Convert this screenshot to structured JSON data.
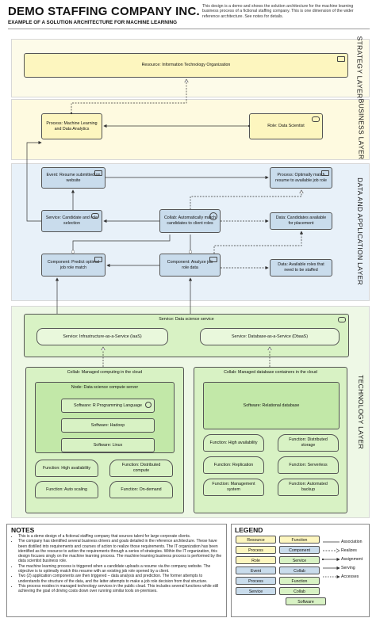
{
  "header": {
    "title": "DEMO STAFFING COMPANY INC.",
    "subtitle": "EXAMPLE OF A SOLUTION ARCHITECTURE FOR MACHINE LEARNING",
    "intro": "This design is a demo and shows the solution architecture for the machine learning business process of a fictional staffing company. This is one dimension of the wider reference architecture. See notes for details."
  },
  "layers": {
    "strategy": "STRATEGY LAYER",
    "business": "BUSINESS LAYER",
    "data_app": "DATA AND APPLICATION LAYER",
    "technology": "TECHNOLOGY LAYER"
  },
  "strategy": {
    "resource": "Resource: Information Technology Organization"
  },
  "business": {
    "process": "Process: Machine Learning and Data Analytics",
    "role": "Role: Data Scientist"
  },
  "data_app": {
    "event": "Event: Resume submitted on website",
    "process_match": "Process: Optimally match resume to available job role",
    "service_candidate": "Service: Candidate and role selection",
    "collab_match": "Collab: Automatically match candidates to client roles",
    "data_candidates": "Data: Candidates available for placement",
    "component_predict": "Component: Predict optimal job role match",
    "component_analyze": "Component: Analyze job role data",
    "data_roles": "Data: Available roles that need to be staffed"
  },
  "technology": {
    "service_ds": "Service: Data science service",
    "iaas": "Service: Infrastructure-as-a-Service (IaaS)",
    "dbaas": "Service: Database-as-a-Service (DbaaS)",
    "collab_compute": "Collab: Managed computing in the cloud",
    "collab_db": "Collab: Managed database containers in the cloud",
    "node": "Node: Data science compute server",
    "sw_r": "Software: R Programming Language",
    "sw_hadoop": "Software: Hadoop",
    "sw_linux": "Software: Linux",
    "sw_db": "Software: Relational database",
    "fn_ha1": "Function: High availability",
    "fn_dist_compute": "Function: Distributed compute",
    "fn_autoscale": "Function: Auto scaling",
    "fn_ondemand": "Function: On-demand",
    "fn_ha2": "Function: High availability",
    "fn_dist_storage": "Function: Distributed storage",
    "fn_replication": "Function: Replication",
    "fn_serverless": "Function: Serverless",
    "fn_mgmt": "Function: Management system",
    "fn_backup": "Function: Automated backup"
  },
  "notes": {
    "title": "NOTES",
    "items": [
      "This is a demo design of a fictional staffing company that sources talent for large corporate clients.",
      "The company has identified several business drivers and goals detailed in the reference architecture. These have been distilled into requirements and courses of action to realize those requirements. The IT organization has been identified as the resource to action the requirements through a series of strategies. Within the IT organization, this design focuses singly on the machine learning process. The machine learning business process is performed by the data scientist business role.",
      "The machine learning process is triggered when a candidate uploads a resume via the company website. The objective is to optimally match this resume with an existing job role opened by a client.",
      "Two (2) application components are then triggered – data analysis and prediction. The former attempts to understands the structure of the data, and the latter attempts to make a job role decision from that structure.",
      "This process resides in managed technology services in the public cloud. This includes several functions while still achieving the goal of driving costs down over running similar tools on-premises."
    ]
  },
  "legend": {
    "title": "LEGEND",
    "col1": [
      "Resource",
      "Process",
      "Role",
      "Event",
      "Process",
      "Service"
    ],
    "col2": [
      "Function",
      "Component",
      "Service",
      "Collab",
      "Function",
      "Software"
    ],
    "col3": [
      "Collab"
    ],
    "relations": [
      "Association",
      "Realizes",
      "Assignment",
      "Serving",
      "Accesses"
    ]
  },
  "colors": {
    "strategy_bg": "#fdfbe9",
    "business_bg": "#fefae0",
    "app_bg": "#e8f1f9",
    "tech_bg": "#eef8e6",
    "yellow": "#fdf6bf",
    "blue": "#c9dcec",
    "green": "#d8f2c4"
  }
}
